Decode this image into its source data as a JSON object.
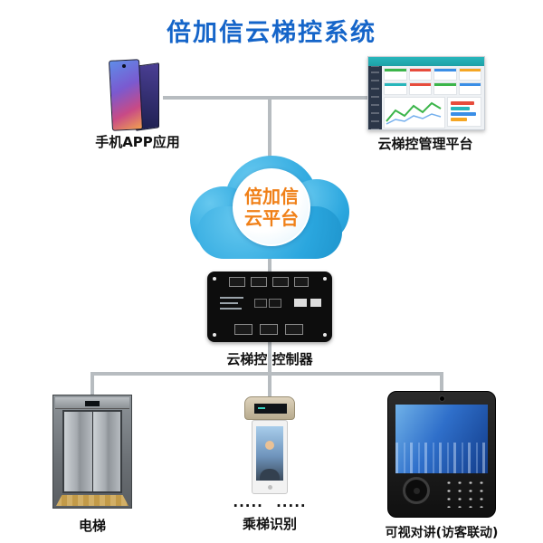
{
  "title": "倍加信云梯控系统",
  "cloud": {
    "line1": "倍加信",
    "line2": "云平台"
  },
  "nodes": {
    "phone": {
      "label": "手机APP应用"
    },
    "platform": {
      "label": "云梯控管理平台"
    },
    "controller": {
      "label": "云梯控 控制器"
    },
    "elevator": {
      "label": "电梯"
    },
    "recognition": {
      "label": "乘梯识别",
      "dots": "..... ....."
    },
    "intercom": {
      "label": "可视对讲(访客联动)"
    }
  },
  "colors": {
    "title_blue": "#1565c9",
    "cloud_blue": "#2aa6de",
    "cloud_text_orange": "#f08018",
    "connector_gray": "#b7bcc0"
  }
}
